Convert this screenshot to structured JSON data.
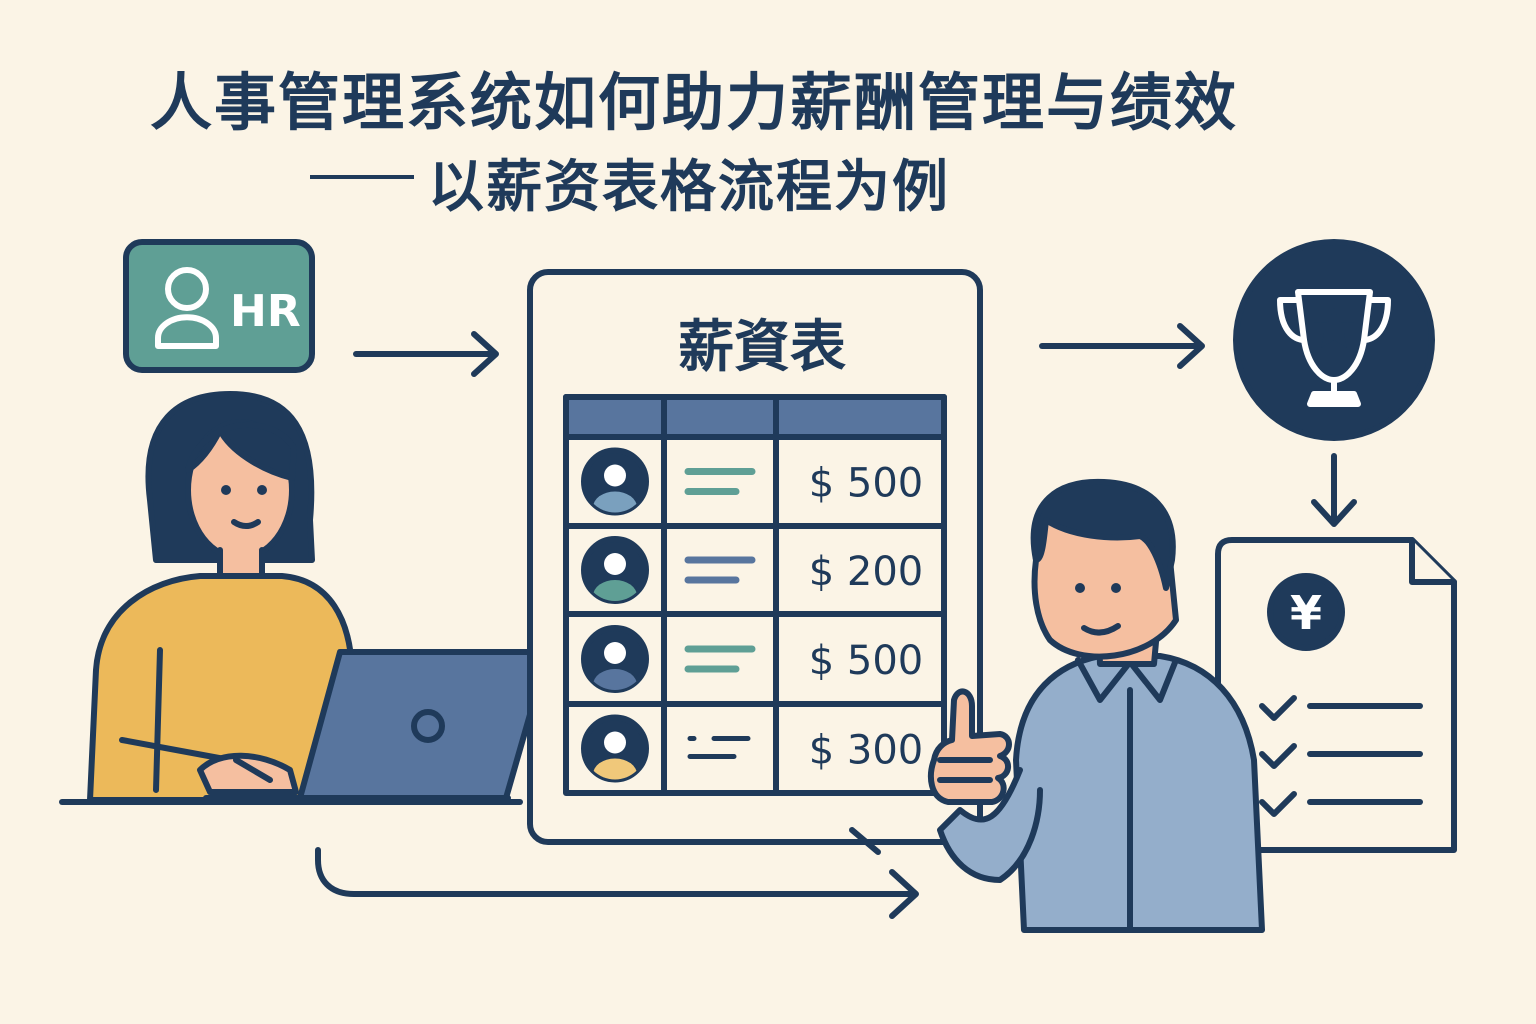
{
  "header": {
    "title": "人事管理系统如何助力薪酬管理与绩效",
    "subtitle": "以薪资表格流程为例"
  },
  "hr_badge": {
    "label": "HR",
    "icon": "user-icon"
  },
  "salary_table": {
    "heading": "薪資表",
    "rows": [
      {
        "amount": "$ 500",
        "avatar_color": "#7aa0be",
        "line_color": "#5f9f95"
      },
      {
        "amount": "$ 200",
        "avatar_color": "#5f9f95",
        "line_color": "#58759e"
      },
      {
        "amount": "$ 500",
        "avatar_color": "#58759e",
        "line_color": "#5f9f95"
      },
      {
        "amount": "$ 300",
        "avatar_color": "#f0c87a",
        "line_color": "#1f3a5a"
      }
    ]
  },
  "trophy": {
    "icon": "trophy-icon"
  },
  "payslip": {
    "currency_symbol": "¥",
    "icon": "document-icon",
    "checklist_items": 3
  },
  "colors": {
    "background": "#fbf4e6",
    "ink": "#1f3a5a",
    "teal": "#5f9f95",
    "shirt_yellow": "#ecb95a",
    "shirt_blue": "#94aecb",
    "laptop": "#58759e",
    "skin": "#f5bfa0"
  }
}
